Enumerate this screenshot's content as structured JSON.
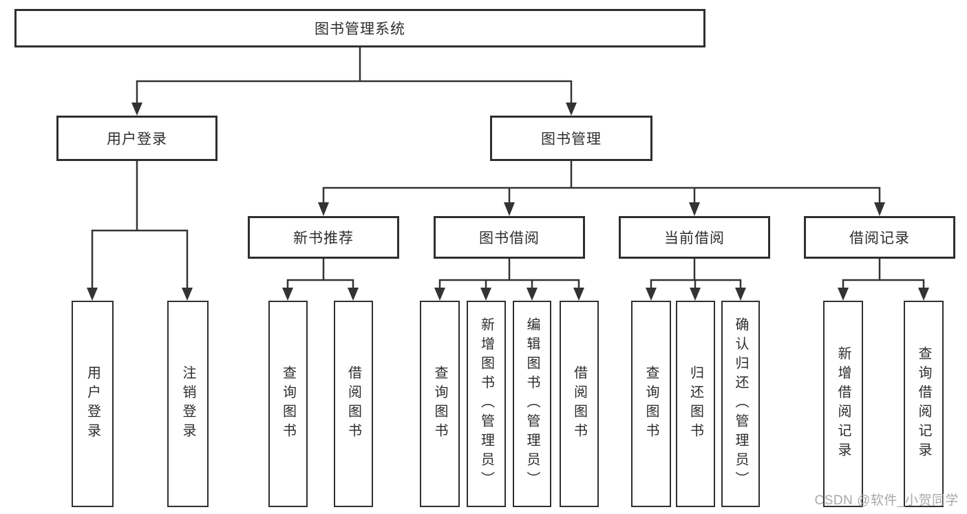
{
  "hierarchy": {
    "label": "图书管理系统",
    "children": [
      {
        "label": "用户登录",
        "children": [
          {
            "label": "用户登录"
          },
          {
            "label": "注销登录"
          }
        ]
      },
      {
        "label": "图书管理",
        "children": [
          {
            "label": "新书推荐",
            "children": [
              {
                "label": "查询图书"
              },
              {
                "label": "借阅图书"
              }
            ]
          },
          {
            "label": "图书借阅",
            "children": [
              {
                "label": "查询图书"
              },
              {
                "label": "新增图书（管理员）"
              },
              {
                "label": "编辑图书（管理员）"
              },
              {
                "label": "借阅图书"
              }
            ]
          },
          {
            "label": "当前借阅",
            "children": [
              {
                "label": "查询图书"
              },
              {
                "label": "归还图书"
              },
              {
                "label": "确认归还（管理员）"
              }
            ]
          },
          {
            "label": "借阅记录",
            "children": [
              {
                "label": "新增借阅记录"
              },
              {
                "label": "查询借阅记录"
              }
            ]
          }
        ]
      }
    ]
  },
  "watermark": "CSDN @软件_小贺同学",
  "colors": {
    "line": "#333333",
    "box_border": "#2f2f2f",
    "text": "#2d2d2d",
    "background": "#ffffff",
    "watermark": "#a8a8a8"
  }
}
